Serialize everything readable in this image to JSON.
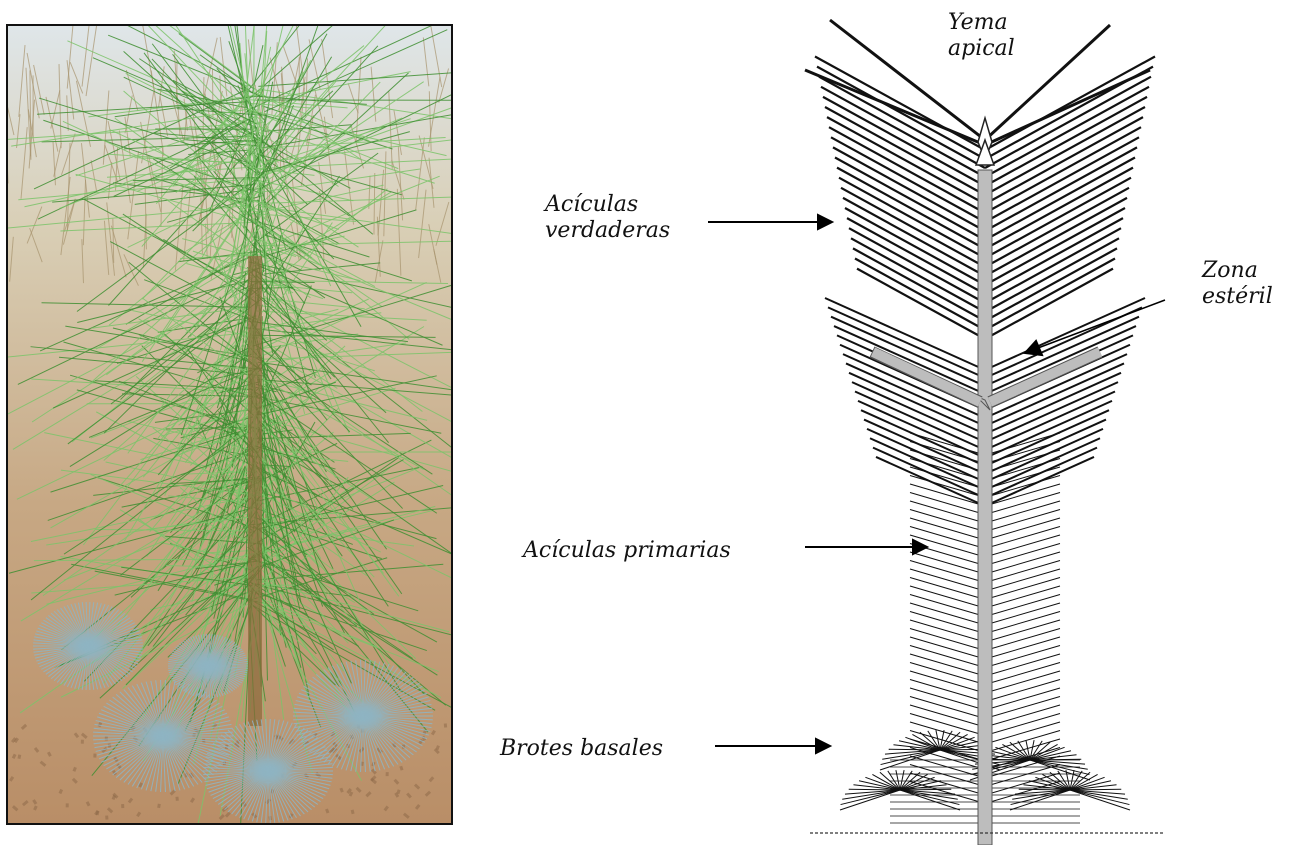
{
  "labels": {
    "yema": [
      "Yema",
      "apical"
    ],
    "aciculas_verdaderas": [
      "Acículas",
      "verdaderas"
    ],
    "zona_esteril": [
      "Zona",
      "estéril"
    ],
    "aciculas_primarias": "Acículas primarias",
    "brotes_basales": "Brotes basales"
  },
  "colors": {
    "needle_green": "#3f8f32",
    "needle_light": "#7cc46a",
    "blue_needles": "#8fb4c2",
    "soil": "#b98e67",
    "stem_gray": "#bdbdbd",
    "ink": "#111111"
  }
}
